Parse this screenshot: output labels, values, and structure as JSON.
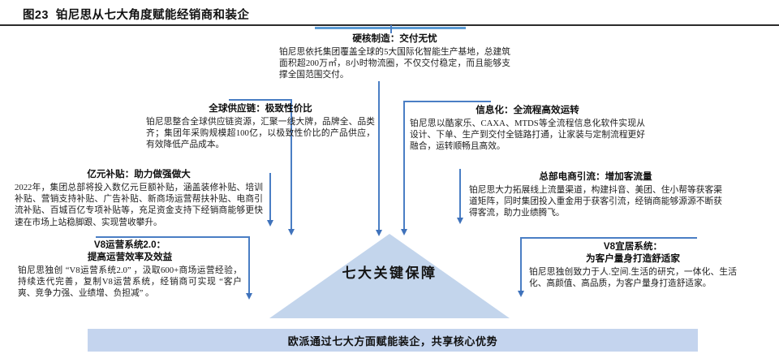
{
  "header": {
    "figure_number": "图23",
    "title": "铂尼思从七大角度赋能经销商和装企"
  },
  "center": {
    "triangle_label": "七大关键保障"
  },
  "banner": {
    "text": "欧派通过七大方面赋能装企，共享核心优势"
  },
  "blocks": [
    {
      "id": "hardcore-manufacturing",
      "heading": "硬核制造：交付无忧",
      "body": "铂尼思依托集团覆盖全球的5大国际化智能生产基地，总建筑面积超200万㎡，8小时物流圈，不仅交付稳定，而且能够支撑全国范围交付。"
    },
    {
      "id": "global-supply-chain",
      "heading": "全球供应链：极致性价比",
      "body": "铂尼思整合全球供应链资源，汇聚一线大牌，品牌全、品类齐；集团年采购规模超100亿，以极致性价比的产品供应，有效降低产品成本。"
    },
    {
      "id": "informatization",
      "heading": "信息化：全流程高效运转",
      "body": "铂尼思以酷家乐、CAXA、MTDS等全流程信息化软件实现从设计、下单、生产到交付全链路打通，让家装与定制流程更好融合，运转顺畅且高效。"
    },
    {
      "id": "billion-subsidy",
      "heading": "亿元补贴：助力做强做大",
      "body": "2022年，集团总部将投入数亿元巨额补贴，涵盖装修补贴、培训补贴、营销支持补贴、广告补贴、新商场运营帮扶补贴、电商引流补贴、百城百亿专项补贴等，充足资金支持下经销商能够更快速在市场上站稳脚跟、实现营收攀升。"
    },
    {
      "id": "hq-ecommerce-traffic",
      "heading": "总部电商引流：增加客流量",
      "body": "铂尼思大力拓展线上流量渠道，构建抖音、美团、住小帮等获客渠道矩阵，同时集团投入重金用于获客引流，经销商能够源源不断获得客流，助力业绩腾飞。"
    },
    {
      "id": "v8-operating-system",
      "heading_line1": "V8运营系统2.0：",
      "heading_line2": "提高运营效率及效益",
      "body": "铂尼思独创 “V8运营系统2.0” ，汲取600+商场运营经验，持续迭代完善，复制V8运营系统，经销商可实现 “客户爽、竞争力强、业绩增、负担减” 。"
    },
    {
      "id": "v8-livable-system",
      "heading_line1": "V8宜居系统：",
      "heading_line2": "为客户量身打造舒适家",
      "body": "铂尼思独创致力于人.空间.生活的研究，一体化、生活化、高颜值、高品质，为客户量身打造舒适家。"
    }
  ],
  "colors": {
    "connector_blue": "#4a7ec4",
    "accent_blue": "#5b9bd5",
    "triangle_fill": "#c3d5ec",
    "banner_fill": "#c4d4ee",
    "rule_dark": "#2b2b2b"
  }
}
